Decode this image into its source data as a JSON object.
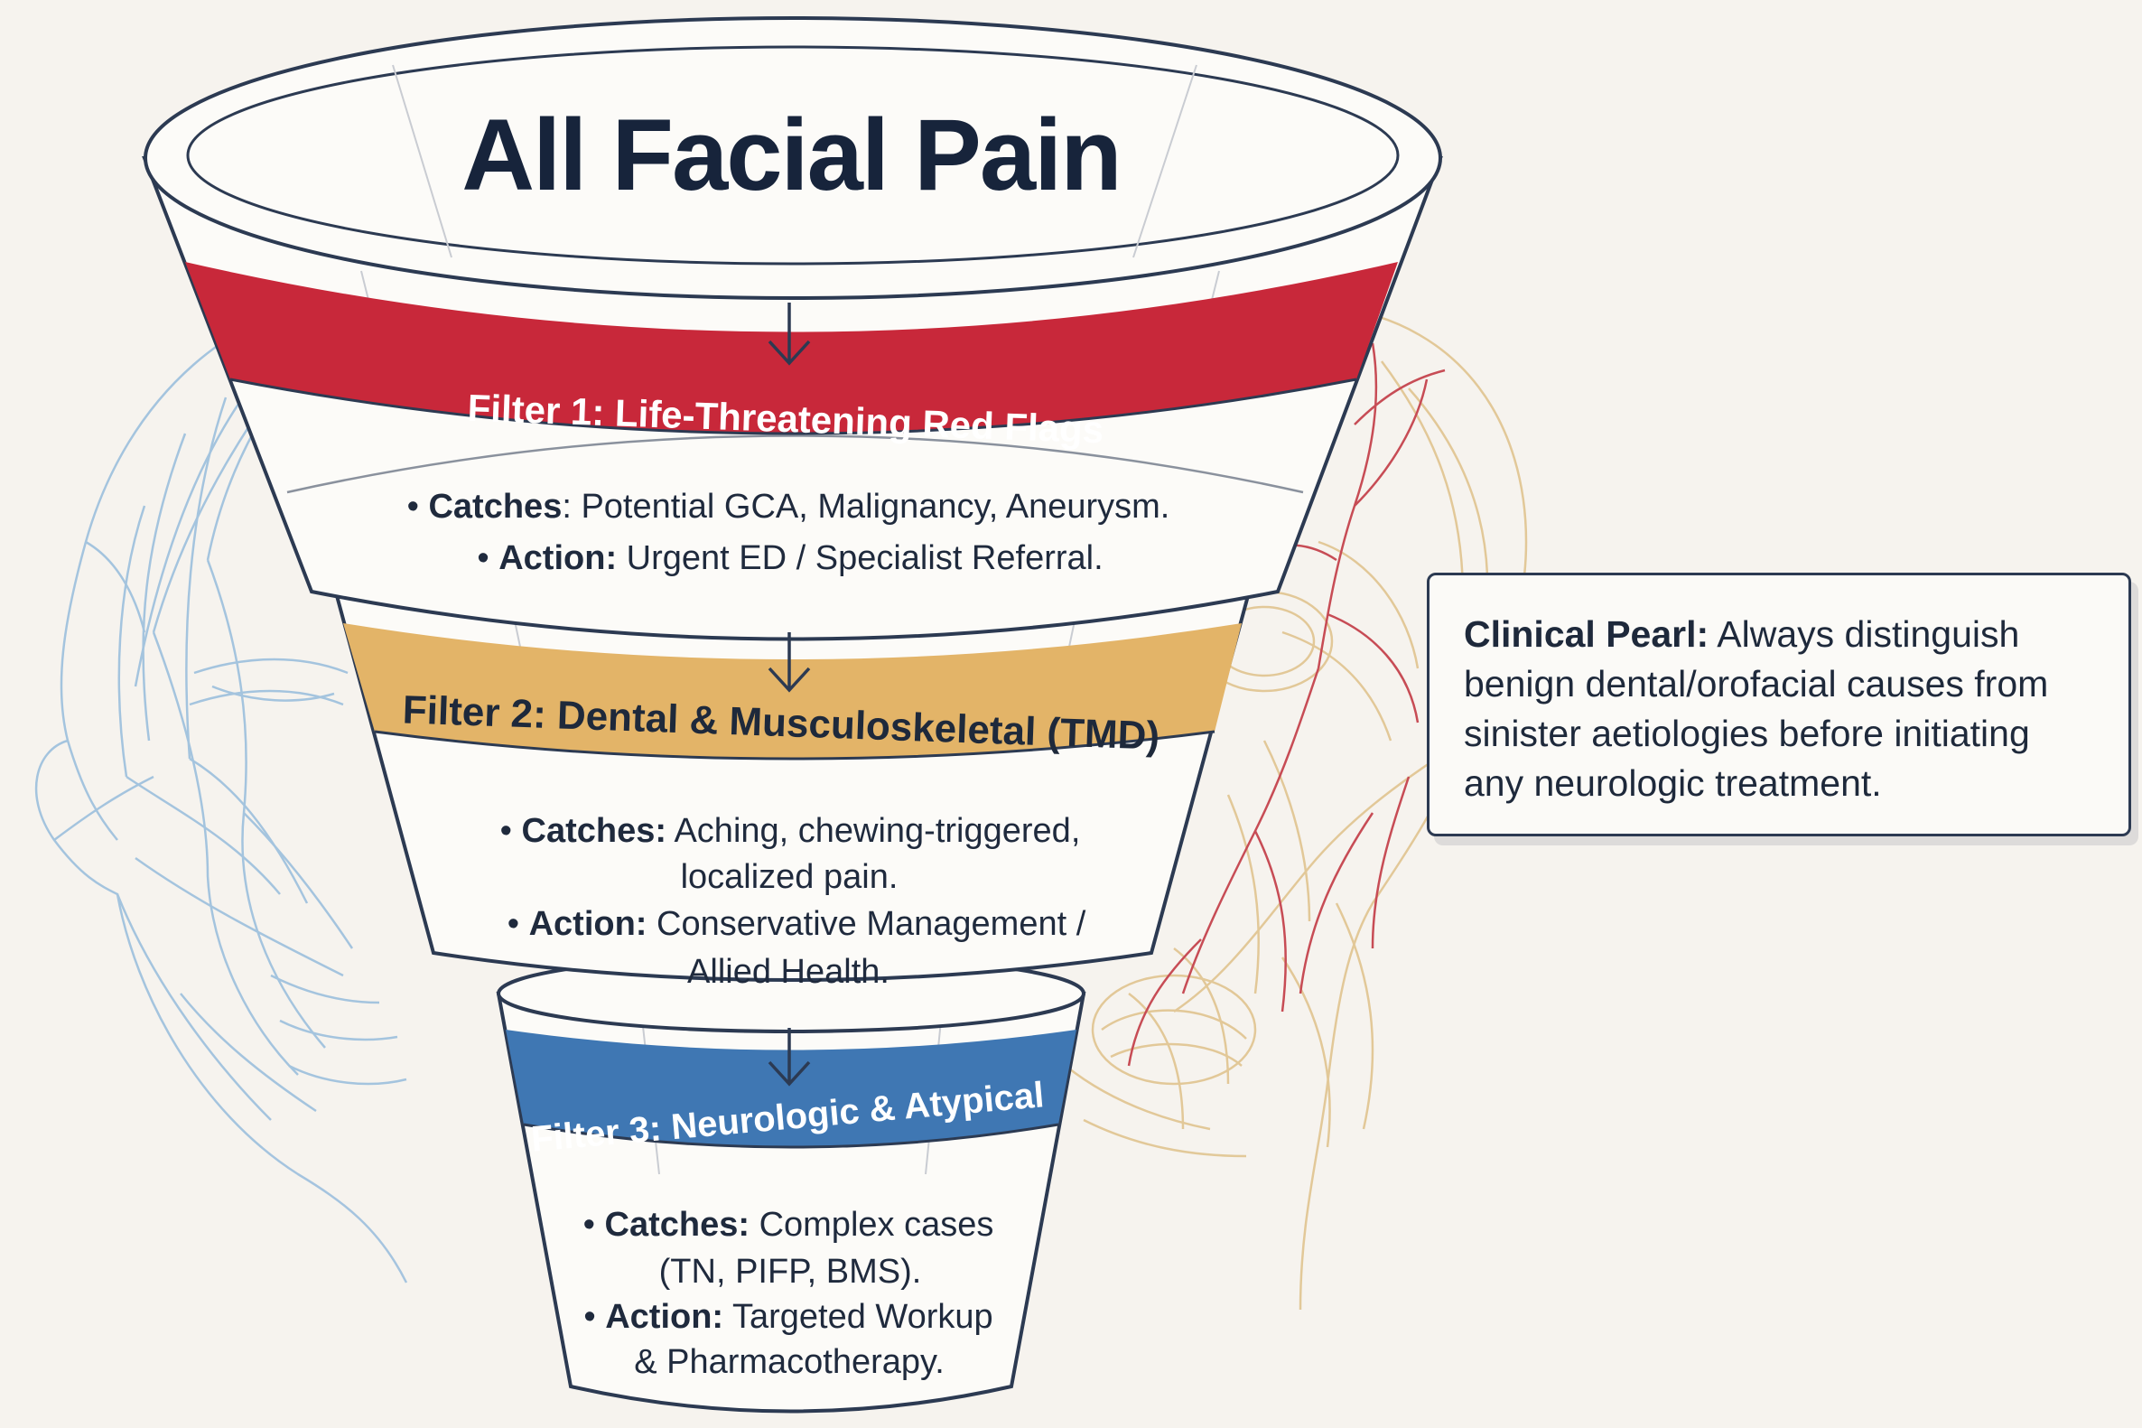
{
  "title": "All Facial Pain",
  "filters": [
    {
      "label": "Filter 1: Life-Threatening Red Flags",
      "color": "#c8283a",
      "catches_label": "Catches",
      "catches_lines": [
        ": Potential GCA, Malignancy, Aneurysm."
      ],
      "action_label": "Action:",
      "action_lines": [
        " Urgent ED / Specialist Referral."
      ]
    },
    {
      "label": "Filter 2: Dental & Musculoskeletal (TMD)",
      "color": "#e3b468",
      "catches_label": "Catches:",
      "catches_lines": [
        " Aching, chewing-triggered,",
        "localized pain."
      ],
      "action_label": "Action:",
      "action_lines": [
        " Conservative Management /",
        "Allied Health."
      ]
    },
    {
      "label": "Filter 3: Neurologic & Atypical",
      "color": "#3f77b3",
      "catches_label": "Catches:",
      "catches_lines": [
        " Complex cases",
        "(TN, PIFP, BMS)."
      ],
      "action_label": "Action:",
      "action_lines": [
        " Targeted Workup",
        "& Pharmacotherapy."
      ]
    }
  ],
  "clinical_pearl": {
    "label": "Clinical Pearl:",
    "text": " Always distinguish benign dental/orofacial causes from sinister aetiologies before initiating any neurologic treatment."
  },
  "colors": {
    "outline": "#2c3a52",
    "title": "#17243b",
    "left_face": "#9cbfdd",
    "right_face_muscle": "#e0c48f",
    "right_face_artery": "#c23a45"
  },
  "icons": [
    "down-arrow-icon",
    "face-nerve-illustration",
    "face-muscle-artery-illustration"
  ]
}
